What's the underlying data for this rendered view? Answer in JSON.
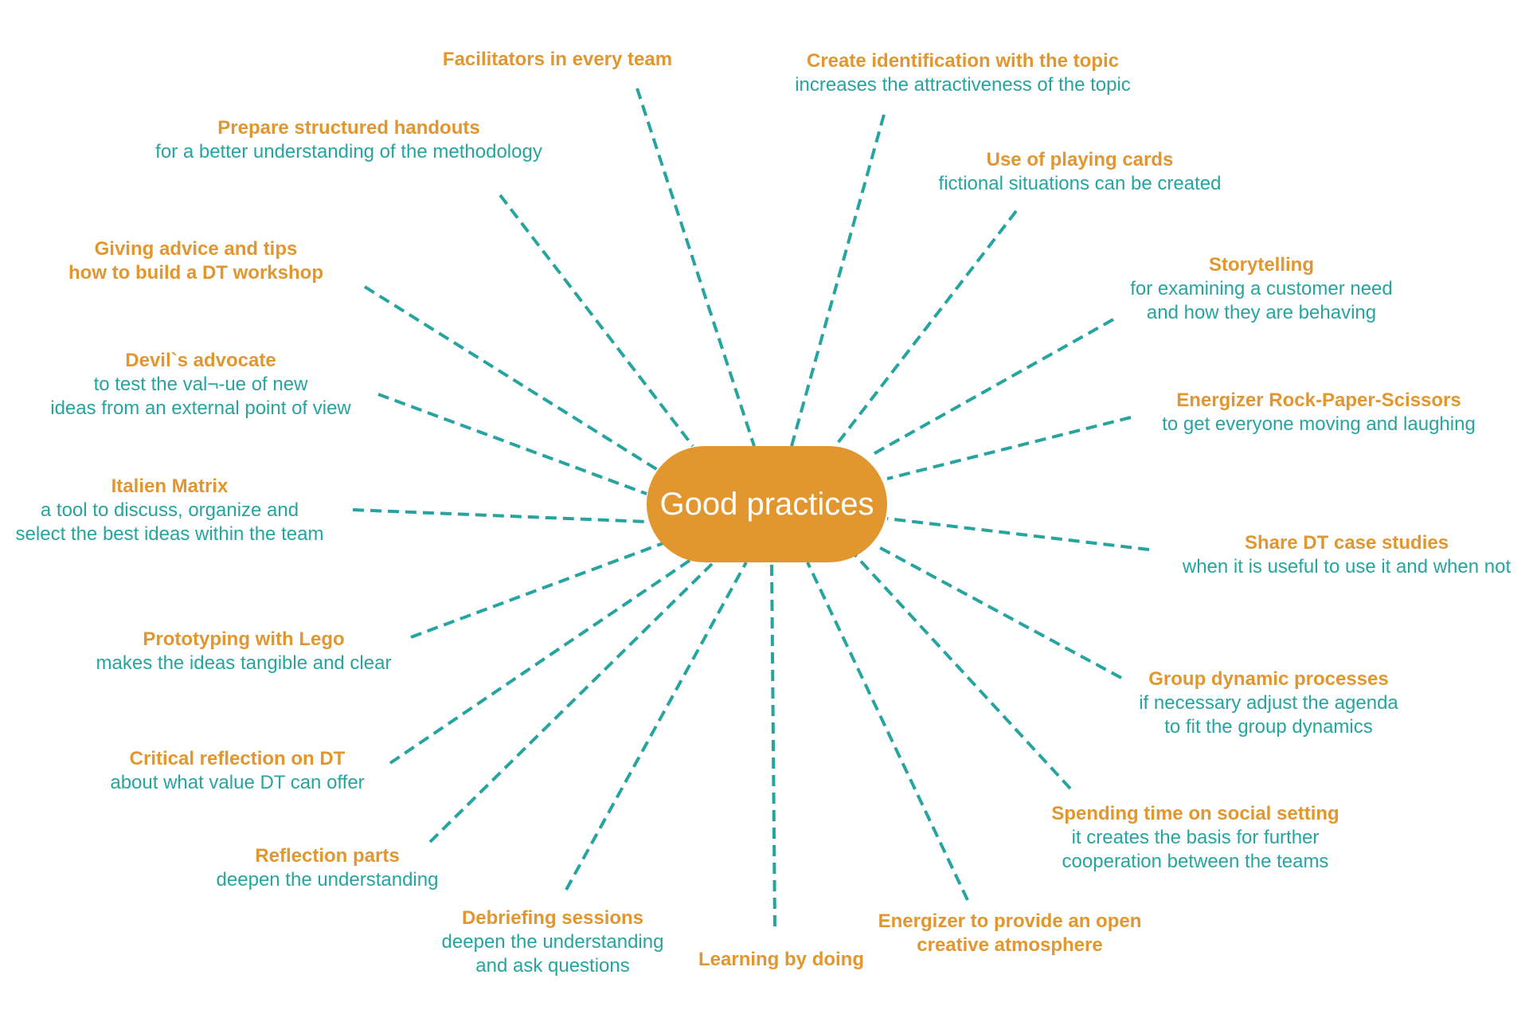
{
  "center": {
    "label": "Good practices"
  },
  "colors": {
    "accent_orange": "#e1962f",
    "teal": "#26a49f",
    "center_fill": "#e1962f",
    "center_text": "#ffffff"
  },
  "nodes": [
    {
      "id": "facilitators",
      "title": "Facilitators in every team",
      "subtitle": []
    },
    {
      "id": "identification",
      "title": "Create identification with the topic",
      "subtitle": [
        "increases the attractiveness of the topic"
      ]
    },
    {
      "id": "handouts",
      "title": "Prepare structured handouts",
      "subtitle": [
        "for a better understanding of the methodology"
      ]
    },
    {
      "id": "playing-cards",
      "title": "Use of playing cards",
      "subtitle": [
        "fictional situations can be created"
      ]
    },
    {
      "id": "advice",
      "title": "Giving advice and tips\nhow to build a DT workshop",
      "subtitle": []
    },
    {
      "id": "storytelling",
      "title": "Storytelling",
      "subtitle": [
        "for examining a customer need",
        "and how they are behaving"
      ]
    },
    {
      "id": "devils-advocate",
      "title": "Devil`s advocate",
      "subtitle": [
        "to test the val¬-ue of new",
        "ideas from an external point of view"
      ]
    },
    {
      "id": "rock-paper-scissors",
      "title": "Energizer Rock-Paper-Scissors",
      "subtitle": [
        "to get everyone moving and laughing"
      ]
    },
    {
      "id": "italien-matrix",
      "title": "Italien Matrix",
      "subtitle": [
        "a tool to discuss, organize and",
        "select the best ideas within the team"
      ]
    },
    {
      "id": "case-studies",
      "title": "Share DT case studies",
      "subtitle": [
        "when it is useful to use it and when not"
      ]
    },
    {
      "id": "lego",
      "title": "Prototyping with Lego",
      "subtitle": [
        "makes the ideas tangible and clear"
      ]
    },
    {
      "id": "group-dynamic",
      "title": "Group dynamic processes",
      "subtitle": [
        "if necessary adjust the agenda",
        "to fit the group dynamics"
      ]
    },
    {
      "id": "critical-reflection",
      "title": "Critical reflection on DT",
      "subtitle": [
        "about what value DT can offer"
      ]
    },
    {
      "id": "social-setting",
      "title": "Spending time on social setting",
      "subtitle": [
        "it creates the basis for further",
        "cooperation between the teams"
      ]
    },
    {
      "id": "reflection-parts",
      "title": "Reflection parts",
      "subtitle": [
        "deepen the understanding"
      ]
    },
    {
      "id": "debriefing",
      "title": "Debriefing sessions",
      "subtitle": [
        "deepen the understanding",
        "and ask questions"
      ]
    },
    {
      "id": "learning-by-doing",
      "title": "Learning by doing",
      "subtitle": []
    },
    {
      "id": "open-atmosphere",
      "title": "Energizer to provide an open\ncreative atmosphere",
      "subtitle": []
    }
  ]
}
